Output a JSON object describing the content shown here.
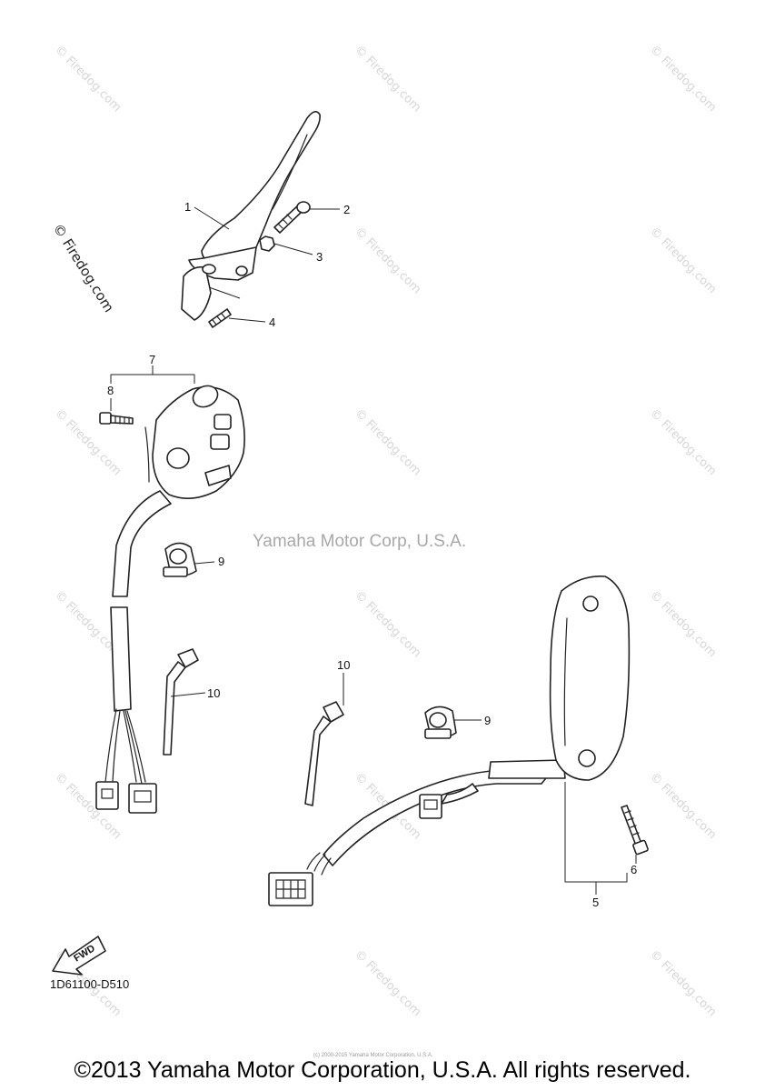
{
  "watermarks": {
    "repeated": "© Firedog.com",
    "center": "Yamaha Motor Corp, U.S.A."
  },
  "callouts": [
    "1",
    "2",
    "3",
    "4",
    "5",
    "6",
    "7",
    "8",
    "9",
    "9",
    "10",
    "10"
  ],
  "direction_label": "FWD",
  "diagram_code": "1D61100-D510",
  "tiny_note": "(c) 2000-2015 Yamaha Motor Corporation, U.S.A.",
  "footer": "©2013 Yamaha Motor Corporation, U.S.A. All rights reserved."
}
